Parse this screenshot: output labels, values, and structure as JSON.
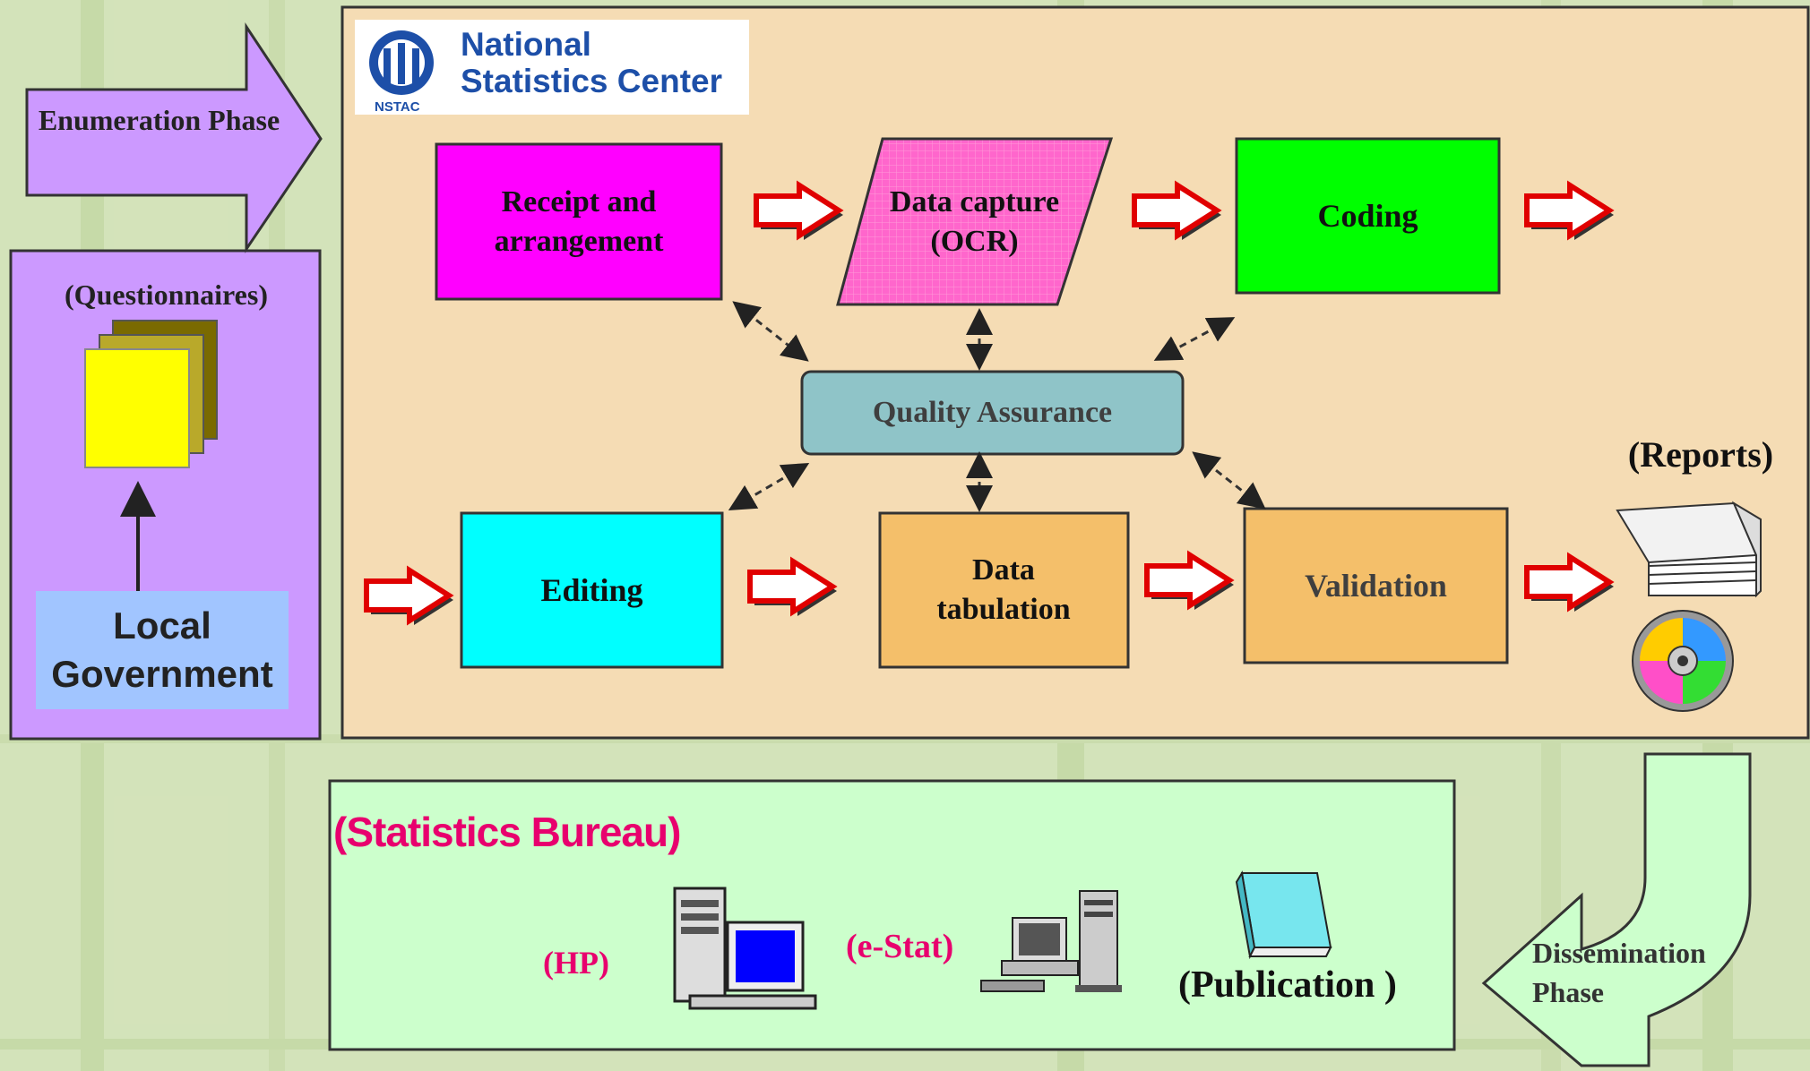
{
  "enumeration_phase": {
    "label": "Enumeration Phase"
  },
  "local_panel": {
    "questionnaires": "(Questionnaires)",
    "local_government": "Local Government"
  },
  "logo": {
    "line1": "National",
    "line2": "Statistics Center",
    "acronym": "NSTAC"
  },
  "process_boxes": {
    "receipt": "Receipt and arrangement",
    "data_capture": "Data capture (OCR)",
    "coding": "Coding",
    "quality_assurance": "Quality Assurance",
    "editing": "Editing",
    "data_tabulation": "Data tabulation",
    "validation": "Validation"
  },
  "reports": {
    "label": "(Reports)"
  },
  "bureau": {
    "title": "(Statistics Bureau)",
    "hp": "(HP)",
    "estat": "(e-Stat)",
    "publication": "(Publication )"
  },
  "dissemination_phase": {
    "label": "Dissemination Phase"
  },
  "colors": {
    "receipt": "#ff00ff",
    "data_capture": "#ff66cc",
    "coding": "#00ff00",
    "quality_assurance": "#8fc4c8",
    "editing": "#00ffff",
    "tabulation": "#f4bf6a",
    "validation": "#f4bf6a",
    "phase_arrow": "#cc99ff",
    "bureau_panel": "#ccffcc",
    "bureau_title": "#e8006e"
  }
}
